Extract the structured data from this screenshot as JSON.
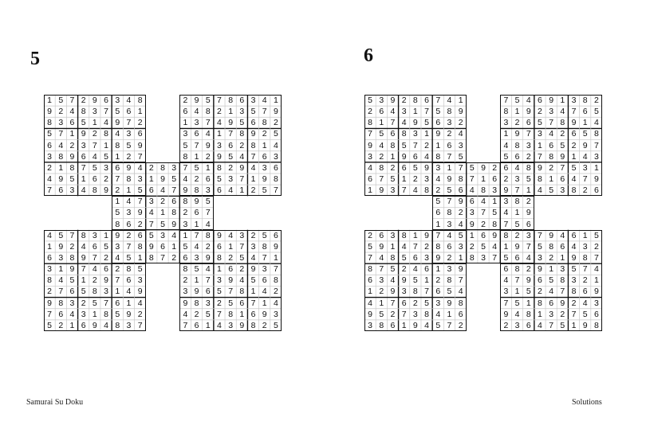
{
  "pages": [
    {
      "number": "5",
      "footer": "Samurai Su Doku",
      "rows": [
        "157296348...295786341",
        "924837561...648213579",
        "836514972...137495682",
        "571928436...364178925",
        "642371859...579362814",
        "389645127...812954763",
        "218753694283751829436",
        "495162783195426537198",
        "763489215647983641257",
        "......147326895......",
        "......539418267......",
        "......862759314......",
        "457831926534178943256",
        "192465378961542617389",
        "638972451872639825471",
        "319746285...854162937",
        "845129763...217394568",
        "276583149...396578142",
        "983257614...983256714",
        "764318592...425781693",
        "521694837...761439825"
      ]
    },
    {
      "number": "6",
      "footer": "Solutions",
      "rows": [
        "539286741...754691382",
        "264317589...819234765",
        "817495632...326578914",
        "756831924...197342658",
        "948572163...483165297",
        "321964875...562789143",
        "482659317592648927531",
        "675123498716235816479",
        "193748256483971453826",
        "......579641382......",
        "......682375419......",
        "......134928756......",
        "263819745169823794615",
        "591472863254197586432",
        "748563921837564321987",
        "875246139...682913574",
        "634951287...479658321",
        "129387654...315247869",
        "417625398...751869243",
        "952738416...948132756",
        "386194572...236475198"
      ]
    }
  ]
}
